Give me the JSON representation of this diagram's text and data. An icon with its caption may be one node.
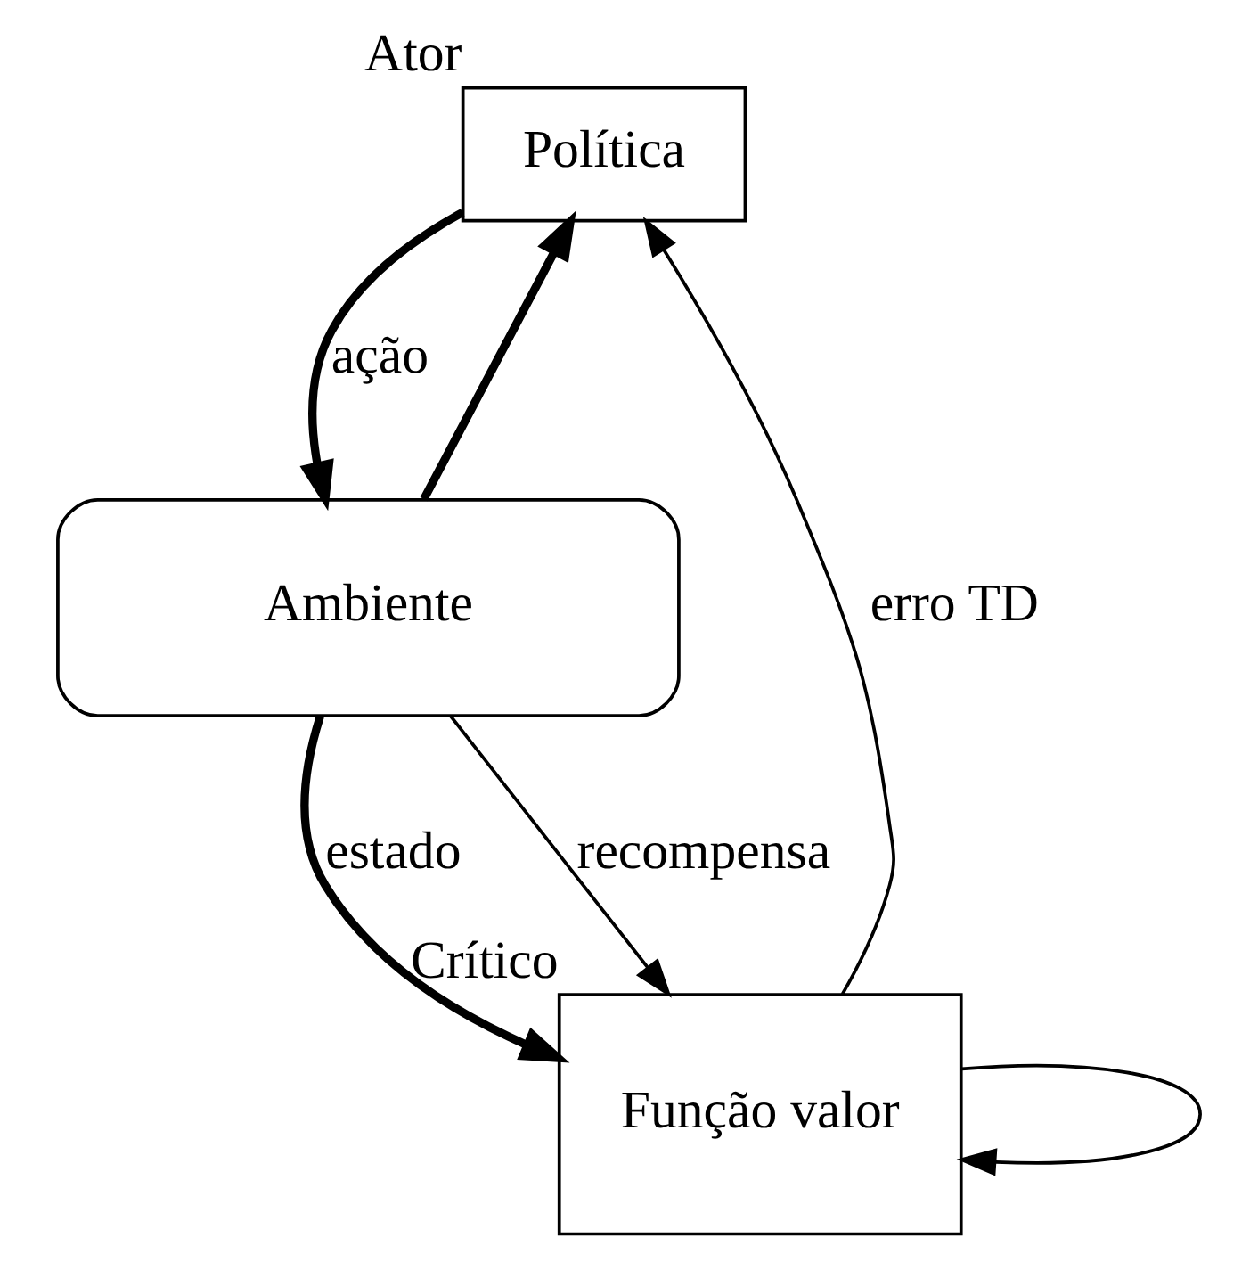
{
  "diagram": {
    "nodes": [
      {
        "text": [
          "Política"
        ],
        "beside": [
          "Ator"
        ]
      },
      {
        "text": [
          "Função valor"
        ],
        "beside": [
          "Crítico"
        ]
      },
      {
        "text": [
          "Ambiente"
        ]
      }
    ],
    "edges": [
      {
        "from": 2,
        "to": 0,
        "arrow": "to",
        "style": "thick"
      },
      {
        "from": 2,
        "to": 1,
        "arrow": "to",
        "style": "thick",
        "label": "estado"
      },
      {
        "from": 0,
        "to": 2,
        "arrow": "to",
        "style": "thick",
        "label": "ação"
      },
      {
        "from": 2,
        "to": 1,
        "arrow": "to",
        "label": "recompensa"
      },
      {
        "from": 1,
        "to": 0,
        "arrow": "to",
        "label": "erro TD"
      },
      {
        "from": 1,
        "to": 1,
        "arrow": "to"
      }
    ]
  }
}
